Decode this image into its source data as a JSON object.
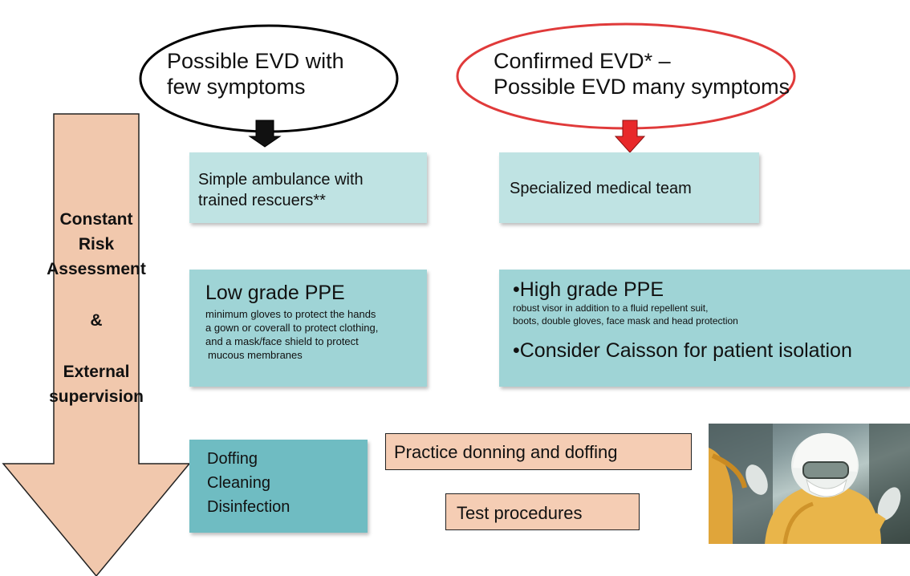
{
  "colors": {
    "arrow_fill": "#f1c8ad",
    "oval_left_stroke": "#000000",
    "oval_right_stroke": "#e03a3a",
    "right_connector": "#e8282a",
    "box_light": "#bfe3e3",
    "box_mid": "#9fd4d6",
    "box_dark": "#6fbcc2",
    "box_tan": "#f5cdb4"
  },
  "ovals": {
    "left": {
      "line1": "Possible EVD with",
      "line2": "few symptoms"
    },
    "right": {
      "line1": "Confirmed EVD* –",
      "line2": "Possible EVD many symptoms"
    }
  },
  "transport": {
    "left": {
      "line1": "Simple ambulance with",
      "line2": "trained rescuers**"
    },
    "right": {
      "line1": "Specialized medical team"
    }
  },
  "ppe": {
    "left": {
      "title": "Low grade PPE",
      "details": [
        "minimum gloves to protect the hands",
        "a gown or coverall to protect clothing,",
        "and a mask/face shield to protect",
        "mucous membranes"
      ]
    },
    "right": {
      "title": "•High grade PPE",
      "details": [
        "robust visor in addition to a fluid repellent suit,",
        "boots, double gloves, face mask and head protection"
      ],
      "extra": "•Consider Caisson for patient isolation"
    }
  },
  "side_label": {
    "line1": "Constant",
    "line2": "Risk",
    "line3": "Assessment",
    "line4": "&",
    "line5": "External",
    "line6": "supervision"
  },
  "bottom": {
    "cleanup": [
      "Doffing",
      "Cleaning",
      "Disinfection"
    ],
    "practice": "Practice donning and doffing",
    "test": "Test procedures"
  },
  "photo": {
    "subject": "healthcare worker in yellow protective suit with goggles"
  }
}
